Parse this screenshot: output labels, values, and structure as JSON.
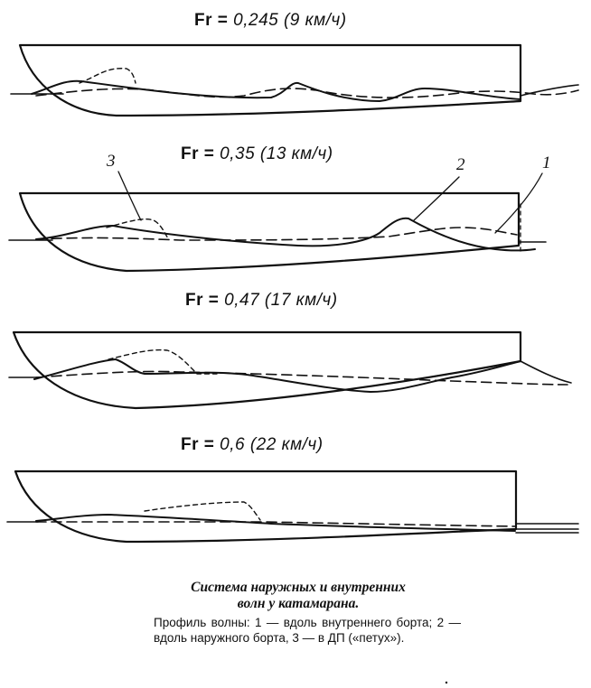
{
  "panels": [
    {
      "fr_prefix": "Fr =",
      "fr_value": "0,245",
      "speed": "(9 км/ч)"
    },
    {
      "fr_prefix": "Fr =",
      "fr_value": "0,35",
      "speed": "(13 км/ч)"
    },
    {
      "fr_prefix": "Fr =",
      "fr_value": "0,47",
      "speed": "(17 км/ч)"
    },
    {
      "fr_prefix": "Fr =",
      "fr_value": "0,6",
      "speed": "(22 км/ч)"
    }
  ],
  "callouts": {
    "one": "1",
    "two": "2",
    "three": "3"
  },
  "caption": {
    "title_line1": "Система наружных и внутренних",
    "title_line2": "волн у катамарана.",
    "body": "Профиль волны: 1 — вдоль внутреннего борта; 2 — вдоль наружного борта, 3 — в ДП («петух»)."
  }
}
